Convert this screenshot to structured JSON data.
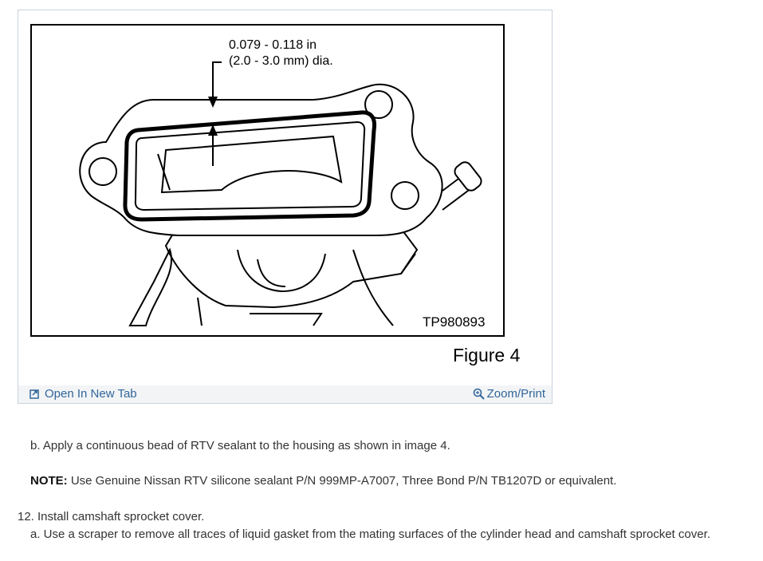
{
  "figure": {
    "dimension_line1": "0.079 - 0.118 in",
    "dimension_line2": "(2.0 - 3.0 mm) dia.",
    "part_code": "TP980893",
    "caption": "Figure 4"
  },
  "toolbar": {
    "open_new_tab": "Open In New Tab",
    "zoom_print": "Zoom/Print"
  },
  "content": {
    "step_b": "b. Apply a continuous bead of RTV sealant to the housing as shown in image 4.",
    "note_label": "NOTE:",
    "note_text": " Use Genuine Nissan RTV silicone sealant P/N 999MP-A7007, Three Bond P/N TB1207D or equivalent.",
    "step_12": "12. Install camshaft sprocket cover.",
    "step_12a": "a. Use a scraper to remove all traces of liquid gasket from the mating surfaces of the cylinder head and camshaft sprocket cover."
  }
}
